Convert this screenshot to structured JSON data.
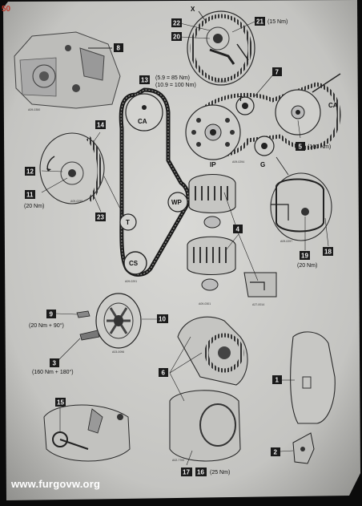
{
  "page_number": "50",
  "watermark": "www.furgovw.org",
  "belt_labels": {
    "ca_top": "CA",
    "t": "T",
    "wp": "WP",
    "cs": "CS"
  },
  "torque": {
    "t21": "(15 Nm)",
    "t13a": "(5.9 = 85 Nm)",
    "t13b": "(10.9 = 100 Nm)",
    "t5": "(160 Nm)",
    "t11": "(20 Nm)",
    "t19": "(20 Nm)",
    "t9": "(20 Nm + 90°)",
    "t3": "(160 Nm + 180°)",
    "t17": "(25 Nm)"
  },
  "callouts": {
    "c22": "22",
    "c20": "20",
    "c21": "21",
    "c8": "8",
    "c13": "13",
    "c7": "7",
    "c14": "14",
    "c12": "12",
    "c11": "11",
    "c23": "23",
    "c5": "5",
    "c4": "4",
    "c19": "19",
    "c18": "18",
    "c9": "9",
    "c10": "10",
    "c3": "3",
    "c6": "6",
    "c1": "1",
    "c15": "15",
    "c17": "17",
    "c16": "16",
    "c2": "2"
  },
  "letters": {
    "x": "X",
    "t": "T",
    "ca": "CA",
    "ip": "IP",
    "g": "G"
  },
  "codes": [
    "A09-0350",
    "A09-0286",
    "A09-0291",
    "A09-0294",
    "A09-0298",
    "A09-0297",
    "A09-0301",
    "A27-0014",
    "A03-0096",
    "A02-7700"
  ]
}
